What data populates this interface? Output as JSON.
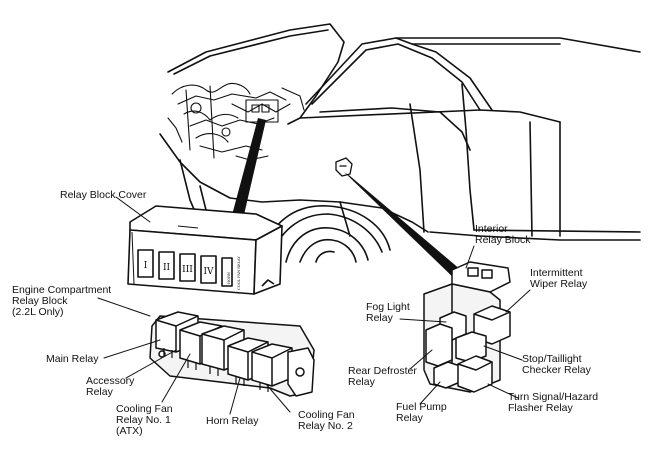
{
  "labels": {
    "relay_block_cover": "Relay Block Cover",
    "engine_compartment_relay_block": "Engine Compartment\nRelay Block\n(2.2L Only)",
    "main_relay": "Main Relay",
    "accessory_relay": "Accessory\nRelay",
    "cooling_fan_relay_1": "Cooling Fan\nRelay No. 1\n(ATX)",
    "horn_relay": "Horn Relay",
    "cooling_fan_relay_2": "Cooling Fan\nRelay No. 2",
    "interior_relay_block": "Interior\nRelay Block",
    "intermittent_wiper_relay": "Intermittent\nWiper Relay",
    "fog_light_relay": "Fog Light\nRelay",
    "rear_defroster_relay": "Rear Defroster\nRelay",
    "stop_taillight_checker_relay": "Stop/Taillight\nChecker Relay",
    "fuel_pump_relay": "Fuel Pump\nRelay",
    "turn_signal_hazard_flasher_relay": "Turn Signal/Hazard\nFlasher Relay"
  },
  "cover_slots": [
    "I",
    "II",
    "III",
    "IV"
  ],
  "cover_small_labels": [
    "HORN",
    "COOL FAN RELAY"
  ]
}
